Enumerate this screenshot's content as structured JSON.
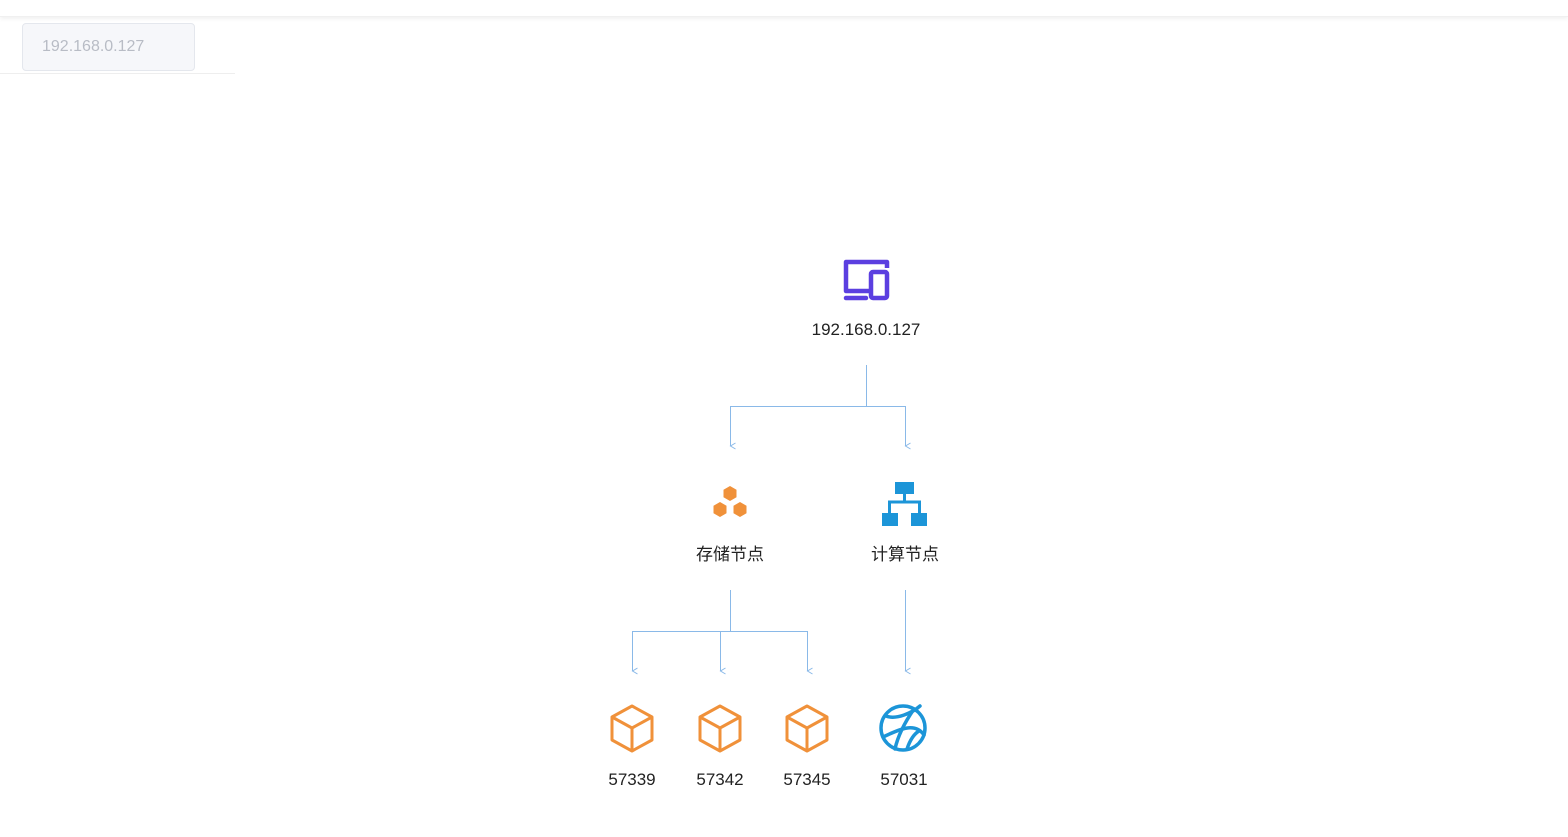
{
  "header": {
    "host_selector_value": "192.168.0.127"
  },
  "colors": {
    "root_icon": "#5b3fe0",
    "storage": "#f0913a",
    "compute": "#1c95d8",
    "link": "#8ab9e8"
  },
  "topology": {
    "root": {
      "label": "192.168.0.127",
      "icon": "devices-icon"
    },
    "groups": [
      {
        "label": "存储节点",
        "icon": "storage-cluster-icon",
        "children": [
          {
            "label": "57339",
            "icon": "cube-icon"
          },
          {
            "label": "57342",
            "icon": "cube-icon"
          },
          {
            "label": "57345",
            "icon": "cube-icon"
          }
        ]
      },
      {
        "label": "计算节点",
        "icon": "network-hierarchy-icon",
        "children": [
          {
            "label": "57031",
            "icon": "globe-icon"
          }
        ]
      }
    ]
  }
}
